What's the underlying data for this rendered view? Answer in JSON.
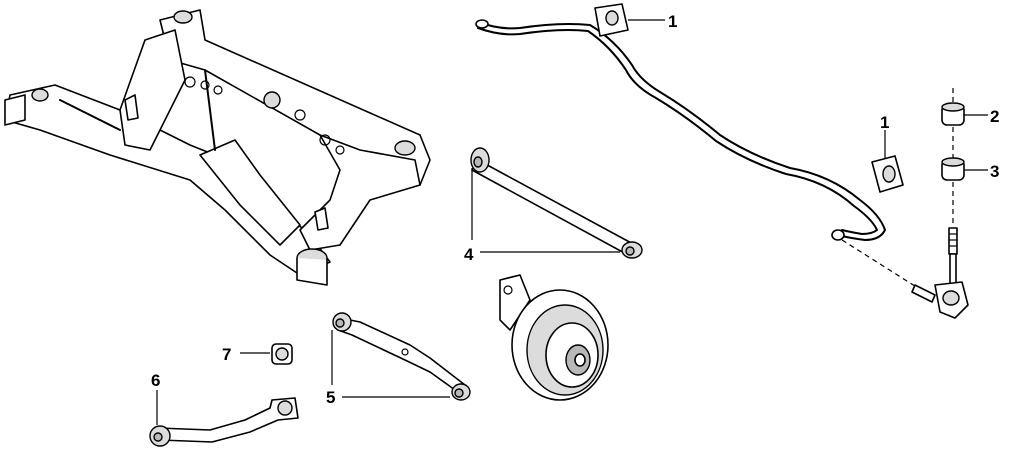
{
  "callouts": {
    "c1a": "1",
    "c1b": "1",
    "c2": "2",
    "c3": "3",
    "c4": "4",
    "c5": "5",
    "c6": "6",
    "c7": "7"
  },
  "colors": {
    "ink": "#000000",
    "background": "#ffffff",
    "shade": "#dcdcdc"
  }
}
